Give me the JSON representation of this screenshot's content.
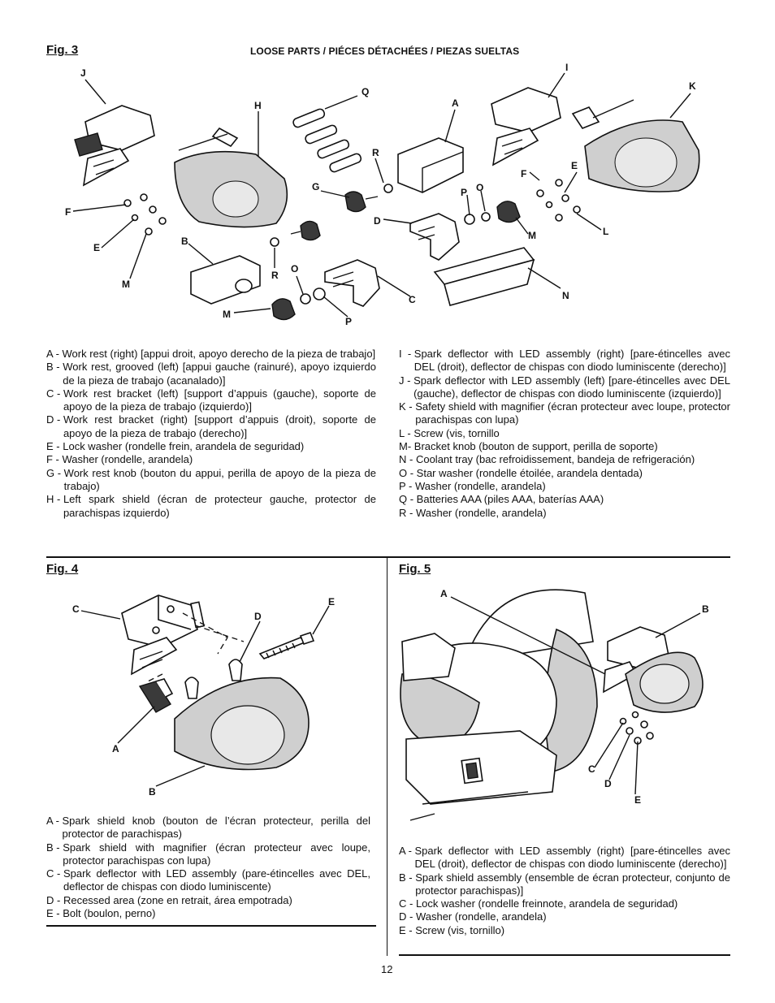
{
  "fig3": {
    "title": "Fig. 3",
    "heading": "LOOSE PARTS / PIÉCES DÉTACHÉES / PIEZAS SUELTAS",
    "callouts": [
      "J",
      "H",
      "Q",
      "A",
      "I",
      "K",
      "F",
      "E",
      "M",
      "B",
      "G",
      "R",
      "D",
      "P",
      "O",
      "F",
      "E",
      "L",
      "M",
      "R",
      "O",
      "C",
      "N",
      "M",
      "P"
    ],
    "left_items": [
      {
        "key": "A - ",
        "text": "Work rest (right) [appui droit, apoyo derecho de la pieza de trabajo]"
      },
      {
        "key": "B - ",
        "text": "Work rest, grooved (left) [appui gauche (rainuré), apoyo izquierdo de la pieza de trabajo (acanalado)]"
      },
      {
        "key": "C - ",
        "text": "Work rest bracket (left) [support d’appuis (gauche), soporte de apoyo de la pieza de trabajo (izquierdo)]"
      },
      {
        "key": "D - ",
        "text": "Work rest bracket (right) [support d’appuis (droit), soporte de apoyo de la pieza de trabajo (derecho)]"
      },
      {
        "key": "E - ",
        "text": "Lock washer (rondelle frein, arandela de seguridad)"
      },
      {
        "key": "F - ",
        "text": "Washer (rondelle, arandela)"
      },
      {
        "key": "G - ",
        "text": "Work rest knob (bouton du appui, perilla de apoyo de la pieza de trabajo)"
      },
      {
        "key": "H - ",
        "text": "Left spark shield (écran de protecteur gauche, protector de parachispas izquierdo)"
      }
    ],
    "right_items": [
      {
        "key": "I  - ",
        "text": "Spark deflector with LED assembly (right) [pare-étincelles avec DEL (droit), deflector de chispas con diodo luminiscente (derecho)]"
      },
      {
        "key": "J - ",
        "text": "Spark deflector with LED assembly (left) [pare-étincelles avec DEL (gauche), deflector de chispas con diodo luminiscente (izquierdo)]"
      },
      {
        "key": "K - ",
        "text": "Safety shield with magnifier (écran protecteur avec loupe, protector parachispas con lupa)"
      },
      {
        "key": "L - ",
        "text": "Screw (vis, tornillo"
      },
      {
        "key": "M- ",
        "text": "Bracket knob (bouton de support, perilla de soporte)"
      },
      {
        "key": "N - ",
        "text": "Coolant tray (bac refroidissement, bandeja de refrigeración)"
      },
      {
        "key": "O - ",
        "text": "Star washer (rondelle étoilée, arandela dentada)"
      },
      {
        "key": "P - ",
        "text": "Washer (rondelle, arandela)"
      },
      {
        "key": "Q - ",
        "text": "Batteries AAA (piles AAA, baterías AAA)"
      },
      {
        "key": "R - ",
        "text": "Washer (rondelle, arandela)"
      }
    ]
  },
  "fig4": {
    "title": "Fig. 4",
    "callouts": [
      "C",
      "E",
      "D",
      "A",
      "B"
    ],
    "items": [
      {
        "key": "A - ",
        "text": "Spark shield knob (bouton de l’écran protecteur, perilla del protector de parachispas)"
      },
      {
        "key": "B - ",
        "text": "Spark shield with magnifier (écran protecteur avec loupe, protector parachispas con lupa)"
      },
      {
        "key": "C - ",
        "text": "Spark deflector with LED assembly (pare-étincelles avec DEL, deflector de chispas con diodo luminiscente)"
      },
      {
        "key": "D - ",
        "text": "Recessed area (zone en retrait, área empotrada)"
      },
      {
        "key": "E - ",
        "text": "Bolt (boulon, perno)"
      }
    ]
  },
  "fig5": {
    "title": "Fig. 5",
    "callouts": [
      "A",
      "B",
      "C",
      "D",
      "E"
    ],
    "items": [
      {
        "key": "A - ",
        "text": "Spark deflector with LED assembly (right) [pare-étincelles avec DEL (droit), deflector de chispas con diodo luminiscente (derecho)]"
      },
      {
        "key": "B - ",
        "text": "Spark shield assembly (ensemble de écran protecteur, conjunto de protector parachispas)]"
      },
      {
        "key": "C - ",
        "text": "Lock washer (rondelle freinnote, arandela de seguridad)"
      },
      {
        "key": "D - ",
        "text": "Washer (rondelle, arandela)"
      },
      {
        "key": "E - ",
        "text": "Screw (vis, tornillo)"
      }
    ]
  },
  "page_number": "12"
}
